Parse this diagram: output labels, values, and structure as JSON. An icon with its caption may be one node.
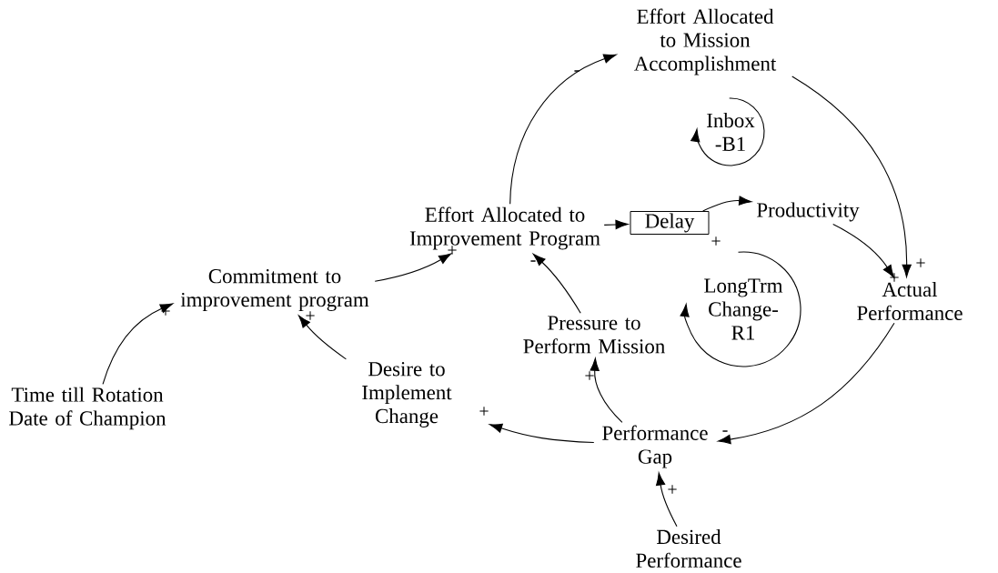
{
  "diagram": {
    "nodes": [
      {
        "text": [
          "Effort Allocated to Mission Accomplishment"
        ]
      },
      {
        "text": [
          "Effort Allocated to Improvement Program"
        ]
      },
      {
        "text": [
          "Delay"
        ]
      },
      {
        "text": [
          "Productivity"
        ]
      },
      {
        "text": [
          "Commitment to improvement program"
        ]
      },
      {
        "text": [
          "Actual Performance"
        ]
      },
      {
        "text": [
          "Pressure to Perform Mission"
        ]
      },
      {
        "text": [
          "Time till Rotation Date of Champion"
        ]
      },
      {
        "text": [
          "Desire to Implement Change"
        ]
      },
      {
        "text": [
          "Performance Gap"
        ]
      },
      {
        "text": [
          "Desired Performance"
        ]
      }
    ],
    "edges": [
      {
        "from": 1,
        "to": 0,
        "arrow": "to",
        "label": "-"
      },
      {
        "from": 0,
        "to": 5,
        "arrow": "to",
        "label": "+"
      },
      {
        "from": 1,
        "to": 2,
        "arrow": "to"
      },
      {
        "from": 2,
        "to": 3,
        "arrow": "to",
        "label": "+"
      },
      {
        "from": 3,
        "to": 5,
        "arrow": "to",
        "label": "+"
      },
      {
        "from": 5,
        "to": 9,
        "arrow": "to",
        "label": "-"
      },
      {
        "from": 9,
        "to": 6,
        "arrow": "to",
        "label": "+"
      },
      {
        "from": 6,
        "to": 1,
        "arrow": "to",
        "label": "-"
      },
      {
        "from": 9,
        "to": 8,
        "arrow": "to",
        "label": "+"
      },
      {
        "from": 8,
        "to": 4,
        "arrow": "to",
        "label": "+"
      },
      {
        "from": 4,
        "to": 1,
        "arrow": "to",
        "label": "+"
      },
      {
        "from": 7,
        "to": 4,
        "arrow": "to",
        "label": "+"
      },
      {
        "from": 10,
        "to": 9,
        "arrow": "to",
        "label": "+"
      }
    ],
    "labels": [
      "Inbox -B1",
      "LongTrm Change- R1"
    ]
  }
}
